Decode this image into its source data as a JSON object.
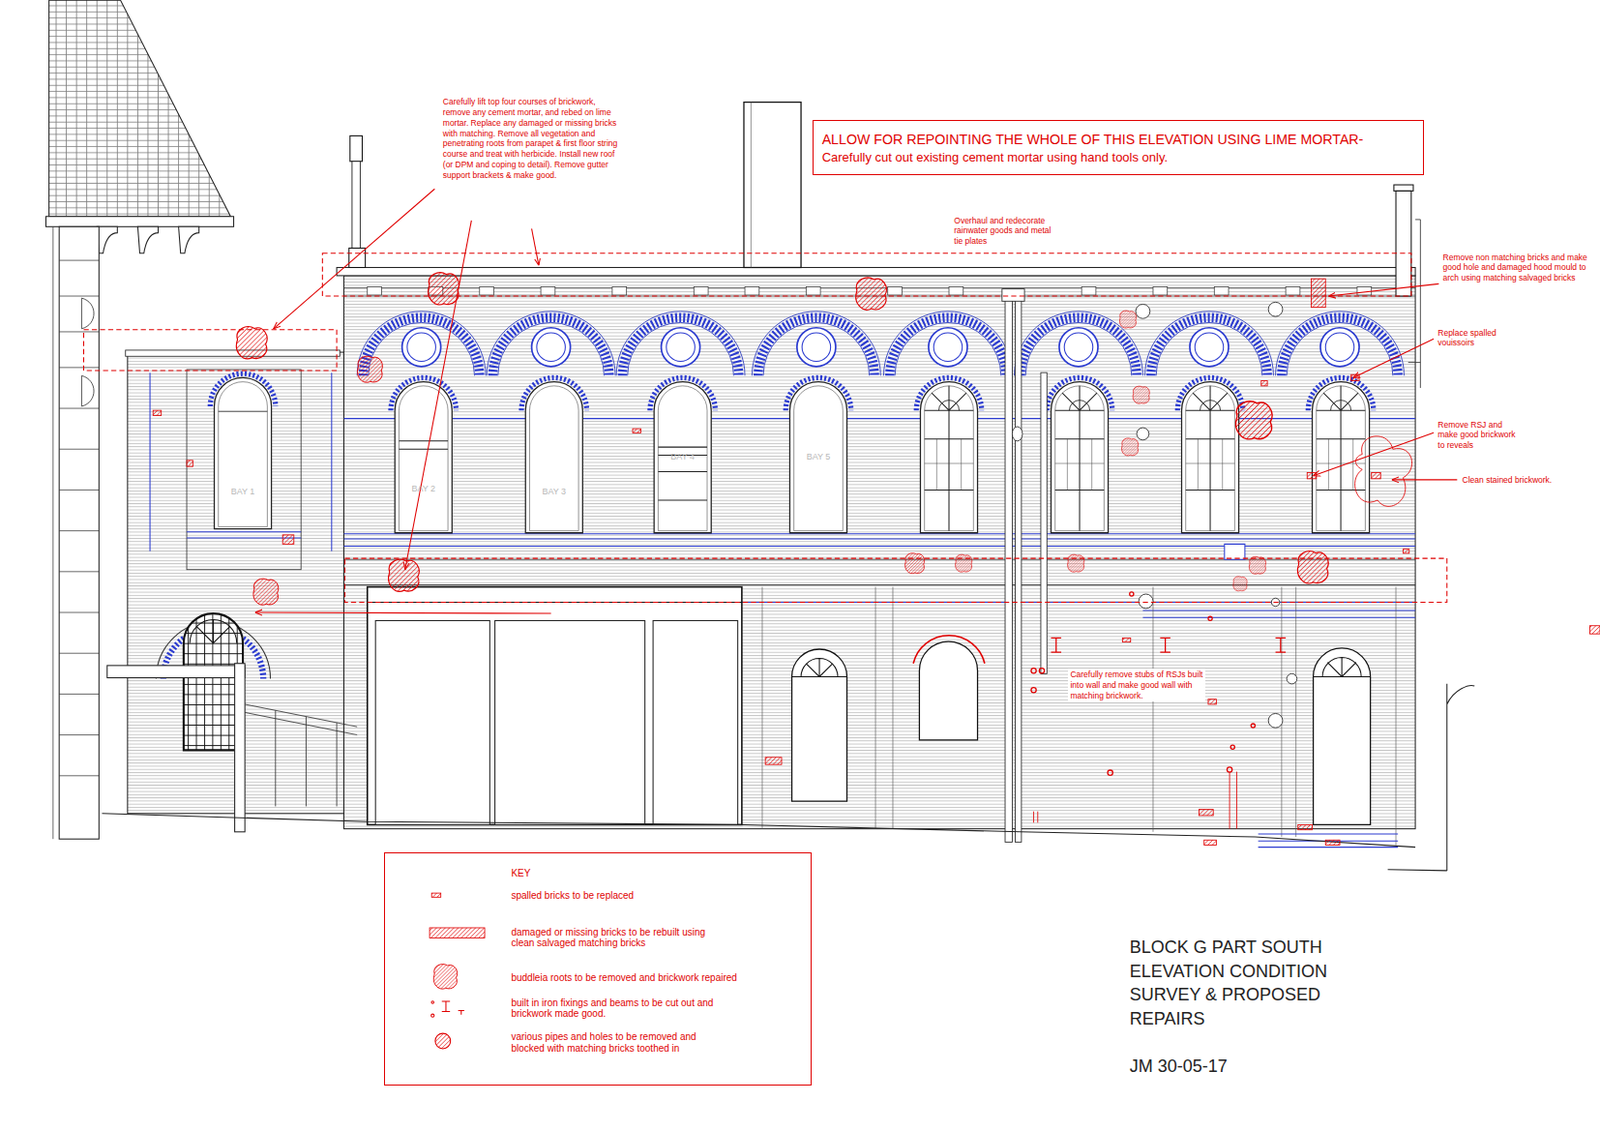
{
  "diagram": {
    "title": "BLOCK G PART SOUTH ELEVATION CONDITION SURVEY & PROPOSED REPAIRS",
    "nodes": [
      {
        "text": [
          "ALLOW FOR REPOINTING THE WHOLE OF THIS ELEVATION USING LIME MORTAR-",
          "Carefully cut out existing cement mortar using hand tools only."
        ]
      },
      {
        "text": [
          "KEY"
        ]
      }
    ],
    "labels": [
      "Carefully lift top four courses of brickwork, remove any cement mortar, and rebed on lime mortar. Replace any damaged or missing bricks with matching. Remove all vegetation and penetrating roots from parapet & first floor string course and treat with herbicide. Install new roof (or DPM and coping to detail). Remove gutter support brackets & make good.",
      "Overhaul and redecorate rainwater goods and metal tie plates",
      "Remove non matching bricks and make good hole and damaged hood mould to arch using matching salvaged bricks",
      "Replace spalled vouissoirs",
      "Remove RSJ and make good brickwork to reveals",
      "Clean stained brickwork.",
      "BAY 1",
      "BAY 2",
      "BAY 3",
      "BAY 4",
      "BAY 5",
      "Carefully remove stubs of RSJs built into wall and make good wall with matching brickwork.",
      "JM 30-05-17"
    ],
    "legend": [
      {
        "text": "spalled bricks to be replaced"
      },
      {
        "text": "damaged or missing bricks to be rebuilt using clean salvaged matching bricks"
      },
      {
        "text": "buddleia roots to be removed and brickwork repaired"
      },
      {
        "text": "built in iron fixings and beams to be cut out and brickwork made good."
      },
      {
        "text": "various pipes and holes to be removed and blocked with matching bricks toothed in"
      }
    ]
  }
}
